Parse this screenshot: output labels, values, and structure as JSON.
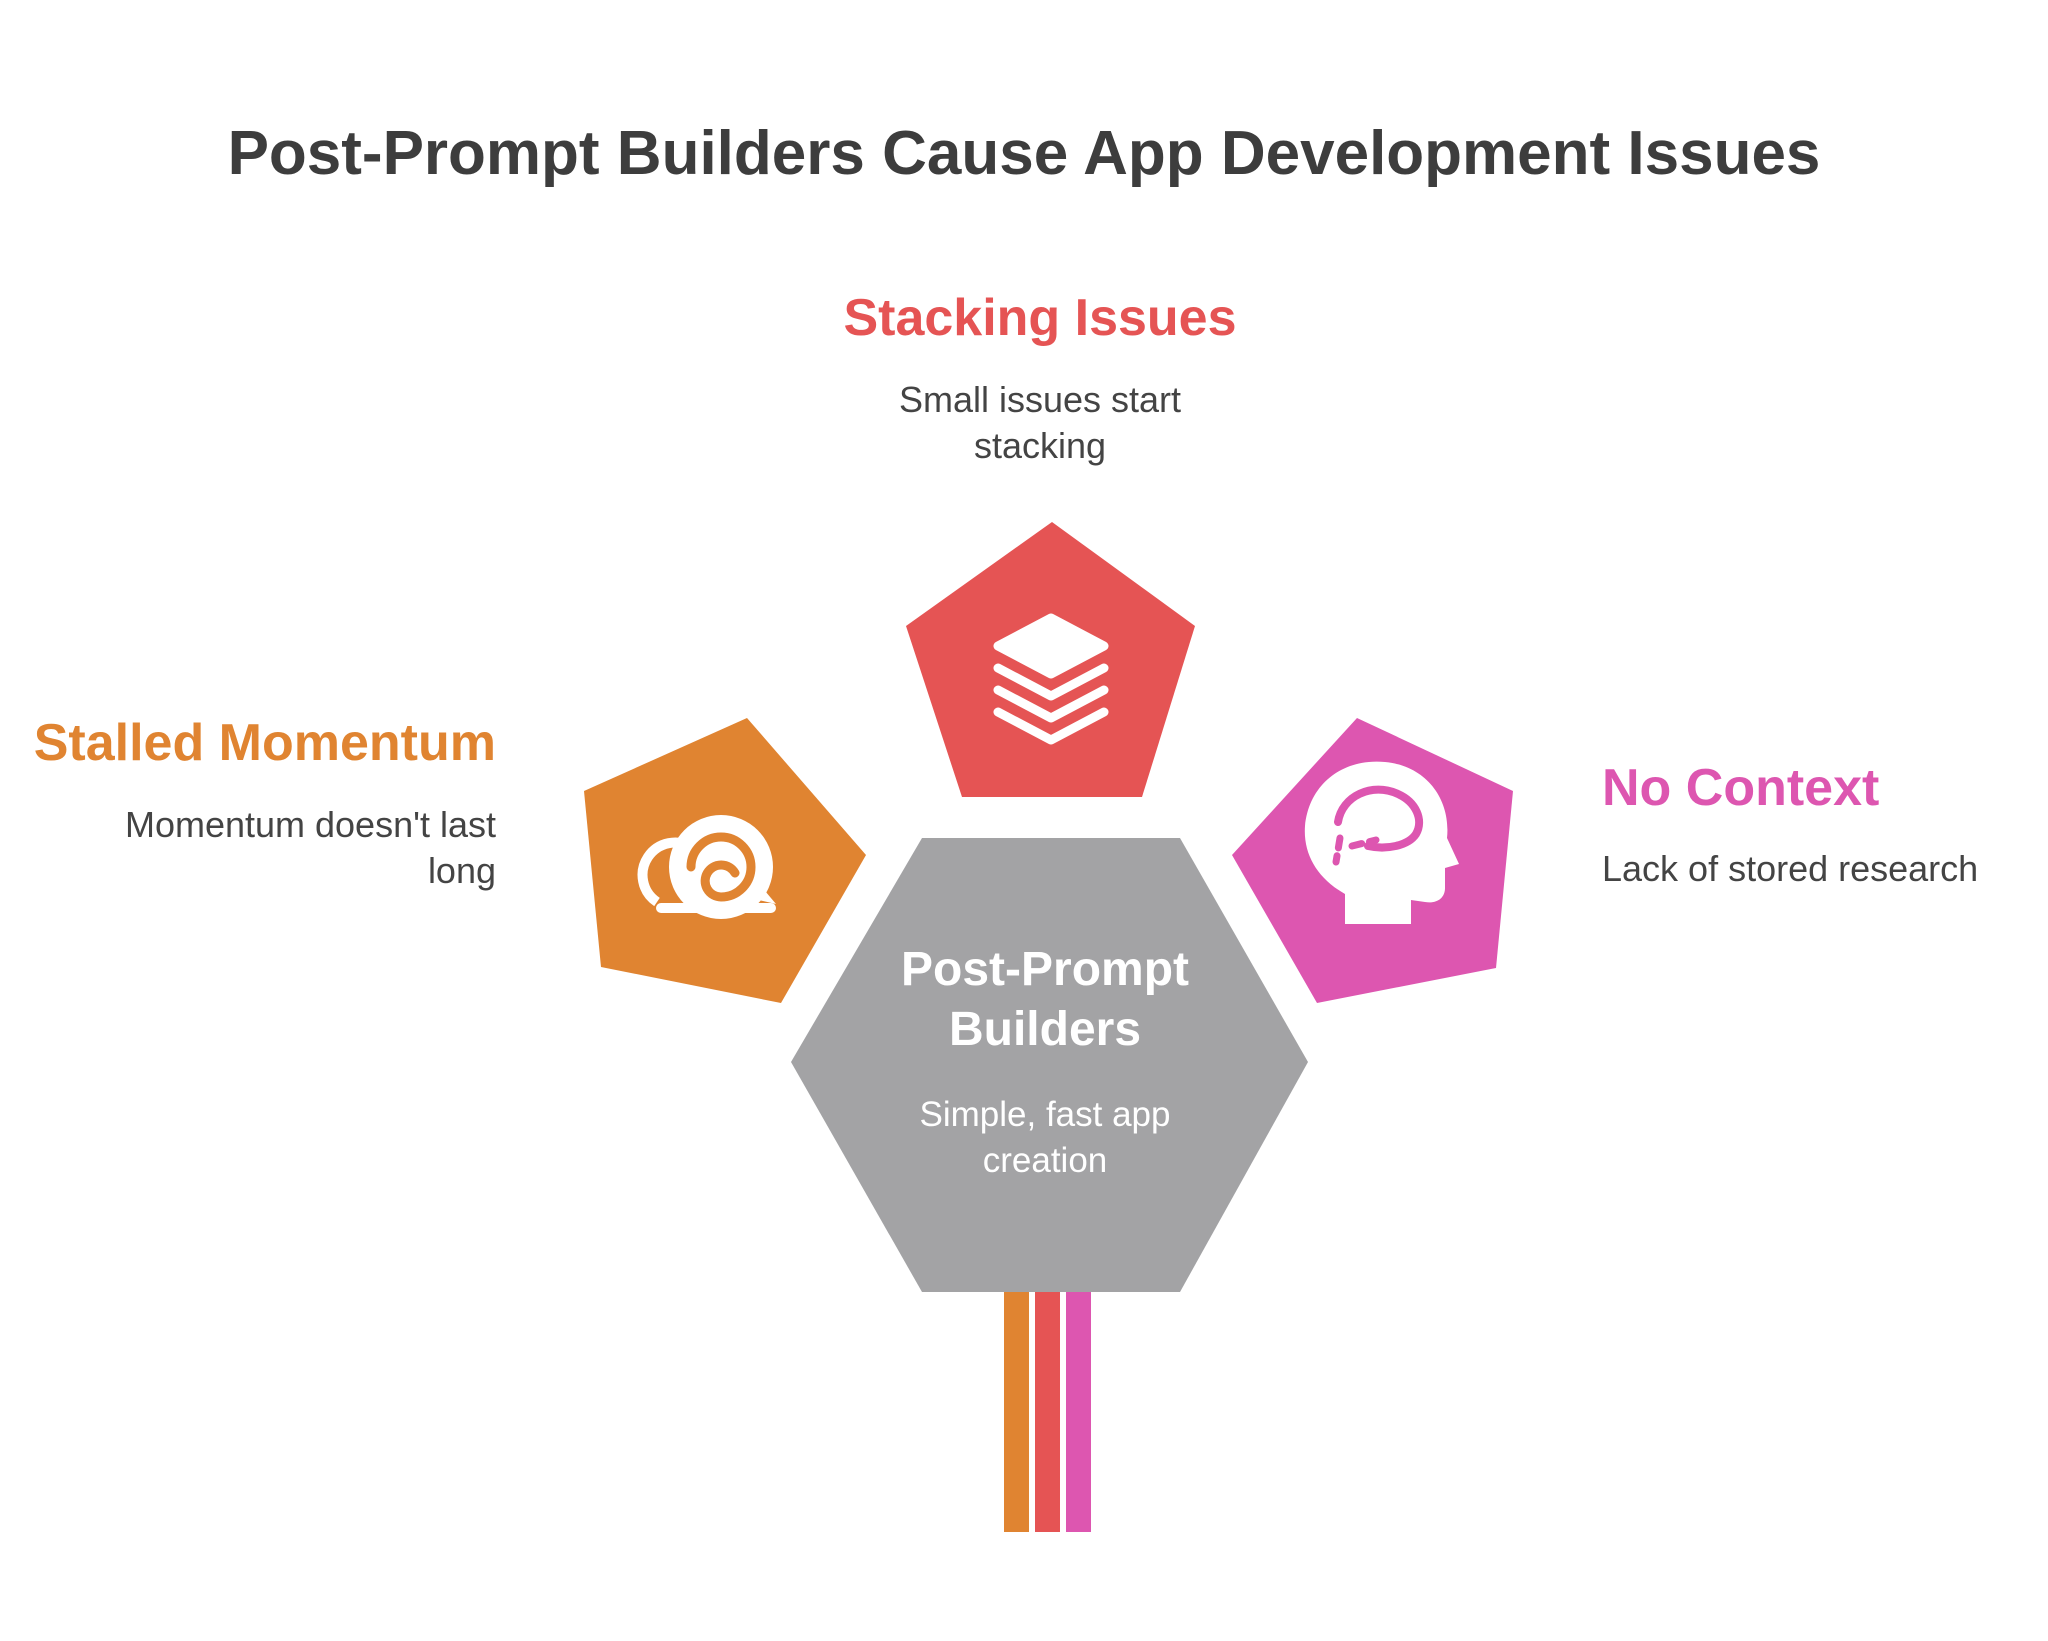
{
  "title": "Post-Prompt Builders Cause App Development Issues",
  "center": {
    "title": "Post-Prompt Builders",
    "description": "Simple, fast app creation",
    "color": "#a3a3a5"
  },
  "nodes": [
    {
      "id": "stacking",
      "title": "Stacking Issues",
      "description": "Small issues start stacking",
      "color": "#e55454",
      "icon": "layers-icon"
    },
    {
      "id": "momentum",
      "title": "Stalled Momentum",
      "description": "Momentum doesn't last long",
      "color": "#e08431",
      "icon": "snail-icon"
    },
    {
      "id": "context",
      "title": "No Context",
      "description": "Lack of stored research",
      "color": "#dd56b0",
      "icon": "brain-head-icon"
    }
  ],
  "text_color": "#444444",
  "title_color": "#3d3d3d"
}
